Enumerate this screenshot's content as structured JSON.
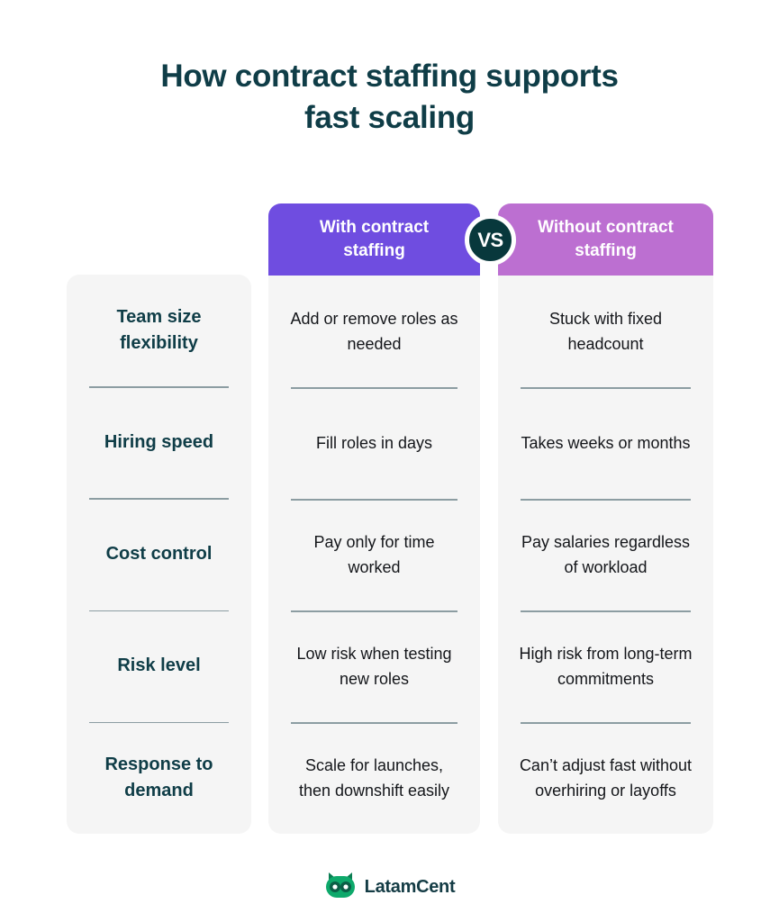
{
  "title": {
    "line1": "How contract staffing supports",
    "line2": "fast scaling"
  },
  "vs_badge": {
    "label": "VS"
  },
  "colors": {
    "title": "#0F3D47",
    "with_header_bg": "#6F4DE0",
    "without_header_bg": "#BC6FD1",
    "vs_badge_bg": "#08383C",
    "card_bg": "#F5F5F5",
    "divider": "#8C9DA2",
    "label_text": "#0F3D47",
    "body_text": "#14161A",
    "logo_green": "#0EA96B",
    "logo_text": "#143C45"
  },
  "columns": {
    "label": {
      "header": ""
    },
    "with": {
      "header": "With contract staffing"
    },
    "without": {
      "header": "Without contract staffing"
    }
  },
  "rows": [
    {
      "label": "Team size flexibility",
      "with": "Add or remove roles as needed",
      "without": "Stuck with fixed headcount"
    },
    {
      "label": "Hiring speed",
      "with": "Fill roles in days",
      "without": "Takes weeks or months"
    },
    {
      "label": "Cost control",
      "with": "Pay only for time worked",
      "without": "Pay salaries regardless of workload"
    },
    {
      "label": "Risk level",
      "with": "Low risk when testing new roles",
      "without": "High risk from long-term commitments"
    },
    {
      "label": "Response to demand",
      "with": "Scale for launches, then downshift easily",
      "without": "Can’t adjust fast without overhiring or layoffs"
    }
  ],
  "footer": {
    "logo_icon": "owl-icon",
    "brand": "LatamCent"
  }
}
